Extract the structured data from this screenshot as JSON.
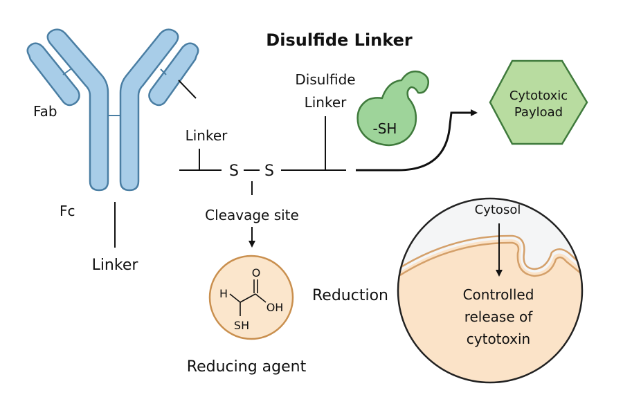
{
  "title": "Disulfide Linker",
  "colors": {
    "antibody_fill": "#a8cde8",
    "antibody_stroke": "#4a7ea3",
    "green_fill": "#9ed49a",
    "green_stroke": "#3f7a3c",
    "payload_fill": "#b8dca0",
    "cell_fill": "#fbe3c8",
    "membrane": "#d4a06a",
    "cytosol_bg": "#f4f5f6",
    "reagent_fill": "#fbe6cc",
    "reagent_stroke": "#c98f4e"
  },
  "antibody": {
    "fab_label": "Fab",
    "fc_label": "Fc",
    "linker_label": "Linker"
  },
  "linker_chain": {
    "linker_label": "Linker",
    "s_left": "S",
    "s_right": "S",
    "disulfide_label_line1": "Disulfide",
    "disulfide_label_line2": "Linker",
    "cleavage_label": "Cleavage site"
  },
  "thiol": {
    "label": "-SH"
  },
  "payload": {
    "line1": "Cytotoxic",
    "line2": "Payload"
  },
  "reducing_agent": {
    "atom_h": "H",
    "atom_o": "O",
    "atom_oh": "OH",
    "atom_sh": "SH",
    "label": "Reducing agent",
    "reduction_label": "Reduction"
  },
  "cell": {
    "cytosol_label": "Cytosol",
    "release_line1": "Controlled",
    "release_line2": "release of",
    "release_line3": "cytotoxin"
  }
}
